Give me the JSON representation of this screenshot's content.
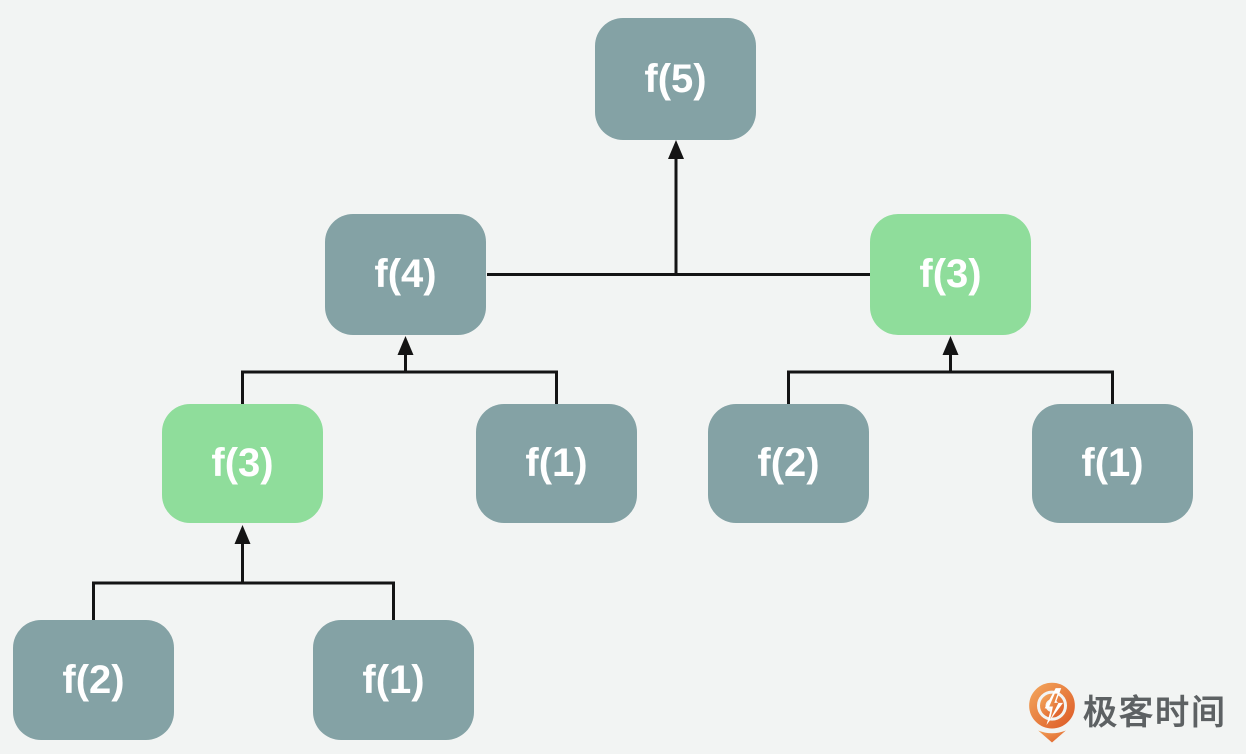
{
  "colors": {
    "canvas_bg": "#f2f4f3",
    "node_default": "#84a2a5",
    "node_highlight": "#8fdd9b",
    "node_text": "#ffffff",
    "connector": "#141414",
    "brand_text": "#5d6163",
    "logo_orange": "#f2a259",
    "logo_orange_dark": "#de5f2a"
  },
  "nodes": [
    {
      "id": "f5",
      "label": "f(5)",
      "variant": "default"
    },
    {
      "id": "f4",
      "label": "f(4)",
      "variant": "default"
    },
    {
      "id": "f3-right",
      "label": "f(3)",
      "variant": "highlight"
    },
    {
      "id": "f3-left",
      "label": "f(3)",
      "variant": "highlight"
    },
    {
      "id": "f1-middle",
      "label": "f(1)",
      "variant": "default"
    },
    {
      "id": "f2-right",
      "label": "f(2)",
      "variant": "default"
    },
    {
      "id": "f1-right",
      "label": "f(1)",
      "variant": "default"
    },
    {
      "id": "f2-bottom",
      "label": "f(2)",
      "variant": "default"
    },
    {
      "id": "f1-bottom",
      "label": "f(1)",
      "variant": "default"
    }
  ],
  "edges": [
    {
      "from": "f4",
      "to": "f5",
      "note": "arrow up from f4/f3 sibling junction"
    },
    {
      "from": "f3-right",
      "to": "f5",
      "note": "joined via horizontal sibling line"
    },
    {
      "from": "f3-left",
      "to": "f4"
    },
    {
      "from": "f1-middle",
      "to": "f4"
    },
    {
      "from": "f2-right",
      "to": "f3-right"
    },
    {
      "from": "f1-right",
      "to": "f3-right"
    },
    {
      "from": "f2-bottom",
      "to": "f3-left"
    },
    {
      "from": "f1-bottom",
      "to": "f3-left"
    }
  ],
  "watermark": {
    "brand": "极客时间"
  }
}
